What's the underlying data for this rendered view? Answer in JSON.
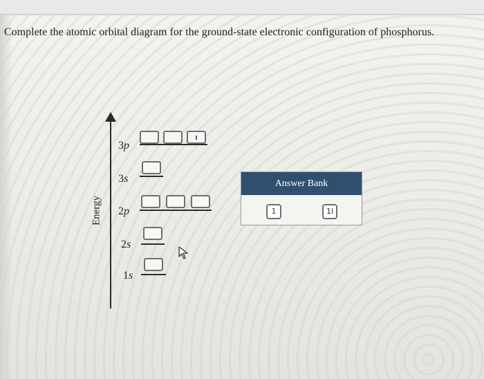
{
  "question": {
    "text": "Complete the atomic orbital diagram for the ground-state electronic configuration of phosphorus."
  },
  "diagram": {
    "axis_label": "Energy",
    "levels": [
      {
        "label_n": "3",
        "label_l": "p",
        "boxes": [
          "",
          "",
          "ı"
        ]
      },
      {
        "label_n": "3",
        "label_l": "s",
        "boxes": [
          ""
        ]
      },
      {
        "label_n": "2",
        "label_l": "p",
        "boxes": [
          "",
          "",
          ""
        ]
      },
      {
        "label_n": "2",
        "label_l": "s",
        "boxes": [
          ""
        ]
      },
      {
        "label_n": "1",
        "label_l": "s",
        "boxes": [
          ""
        ]
      }
    ]
  },
  "answer_bank": {
    "title": "Answer Bank",
    "tiles": [
      "1",
      "1l"
    ]
  },
  "icons": {
    "cursor": "cursor-arrow-icon",
    "axis_arrow": "arrow-up-icon"
  },
  "colors": {
    "bank_header": "#2f4f6f",
    "electron_mark": "#2a5fa8"
  }
}
